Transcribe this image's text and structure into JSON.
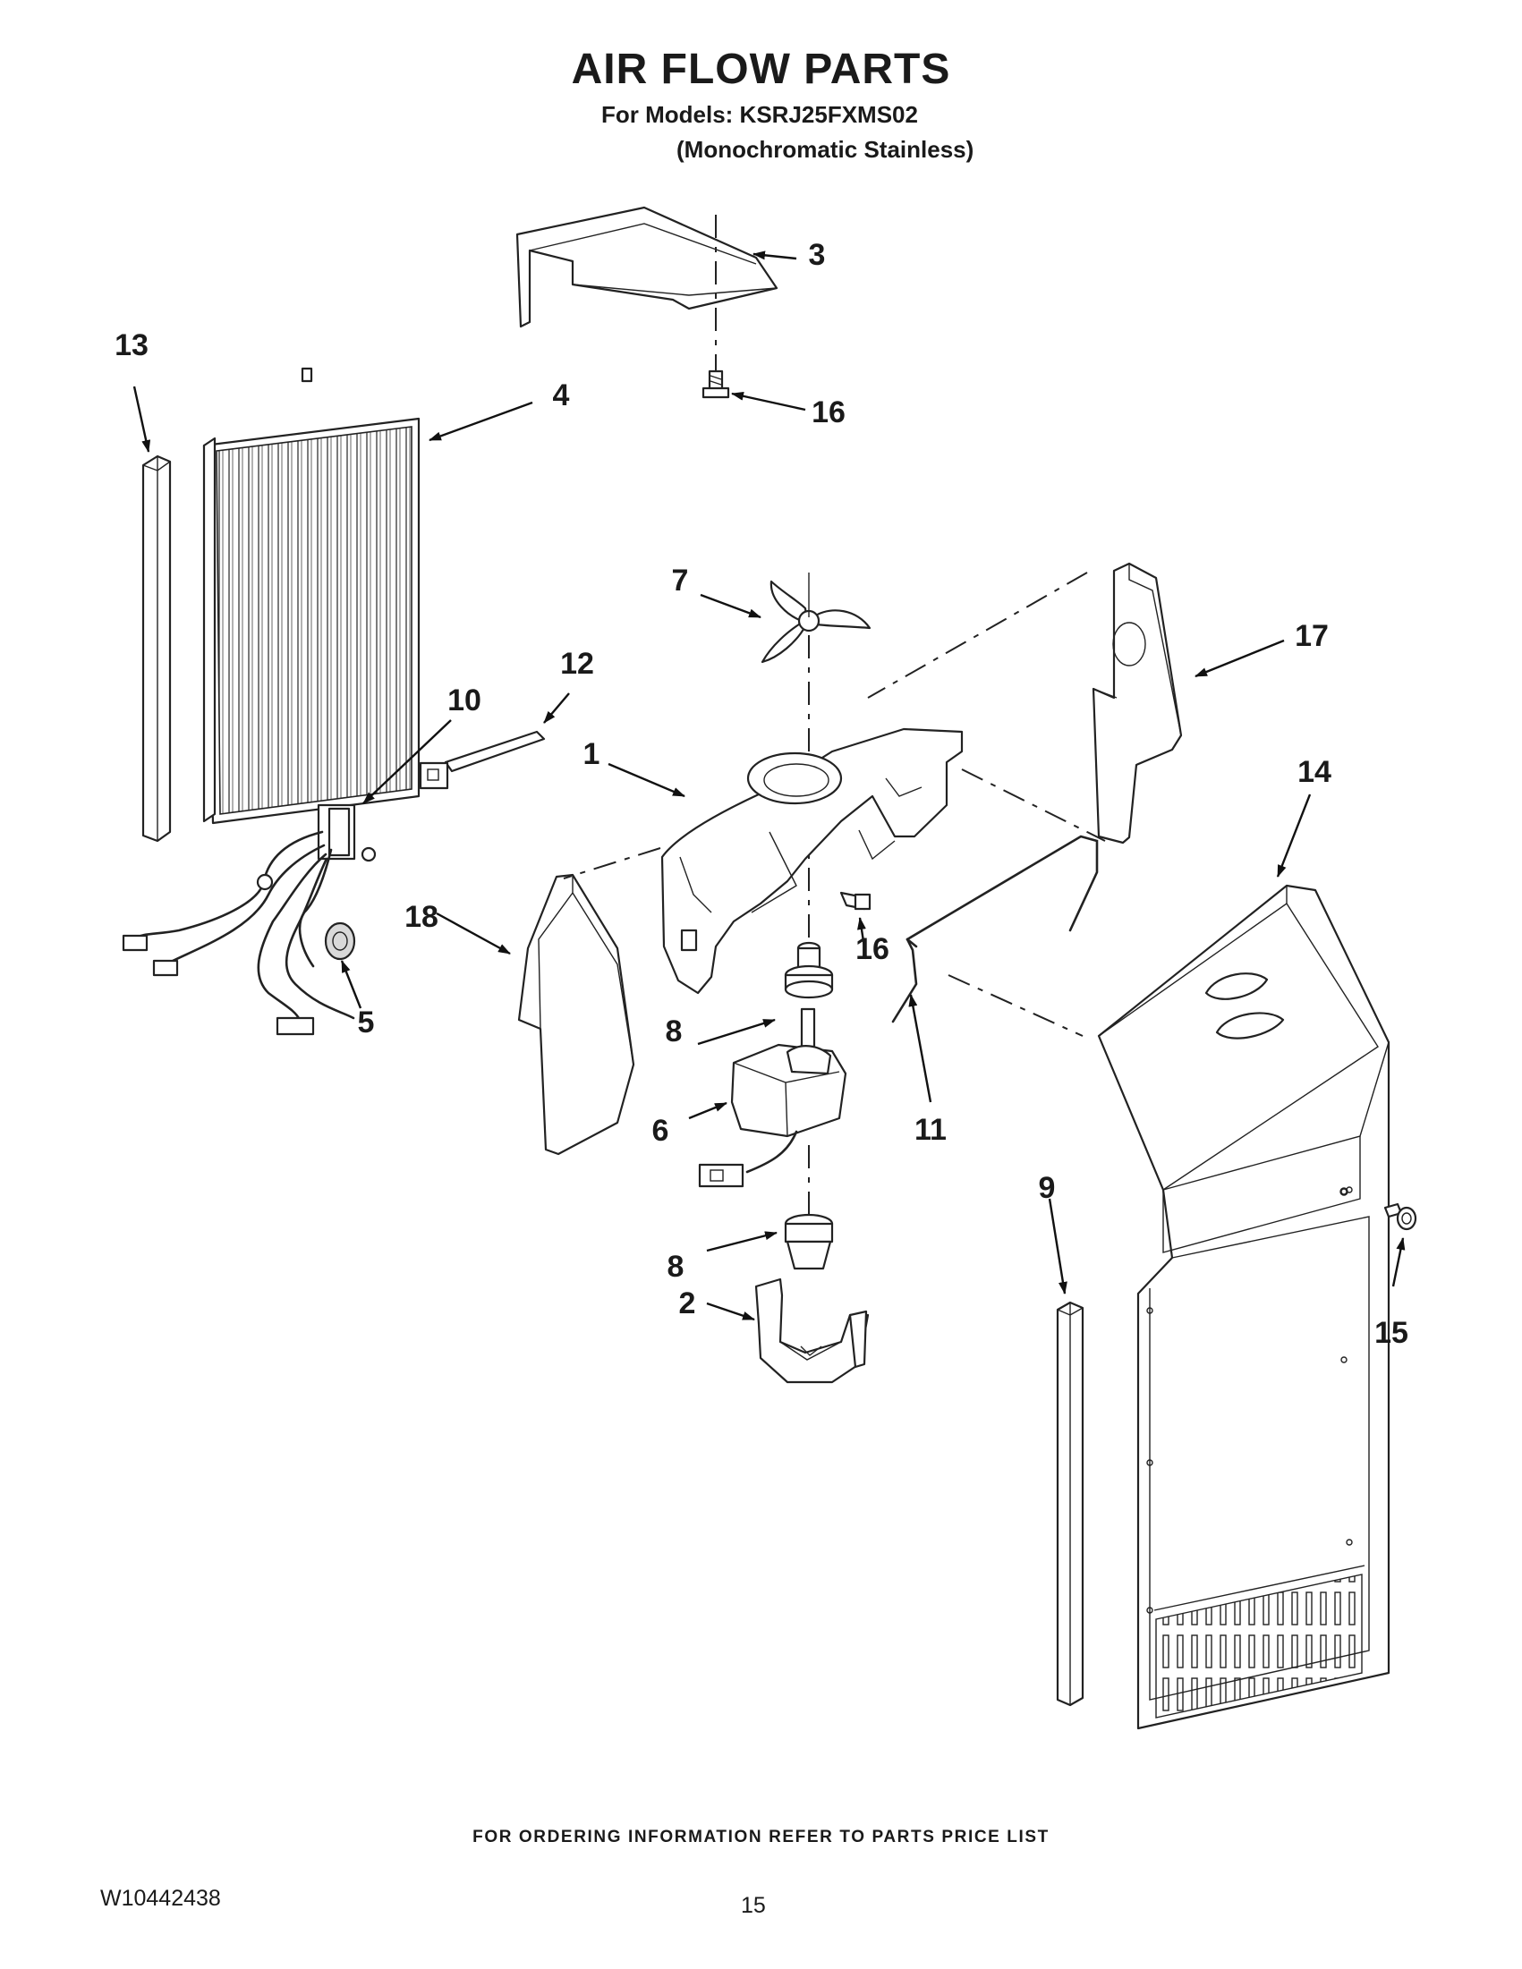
{
  "header": {
    "title": "AIR FLOW PARTS",
    "models_line": "For Models: KSRJ25FXMS02",
    "finish_line": "(Monochromatic Stainless)"
  },
  "callouts": [
    "1",
    "2",
    "3",
    "4",
    "5",
    "6",
    "7",
    "8",
    "8",
    "9",
    "10",
    "11",
    "12",
    "13",
    "14",
    "15",
    "16",
    "16",
    "17",
    "18"
  ],
  "footer": {
    "ordering_note": "FOR ORDERING INFORMATION REFER TO PARTS PRICE LIST",
    "document_number": "W10442438",
    "page_number": "15"
  }
}
